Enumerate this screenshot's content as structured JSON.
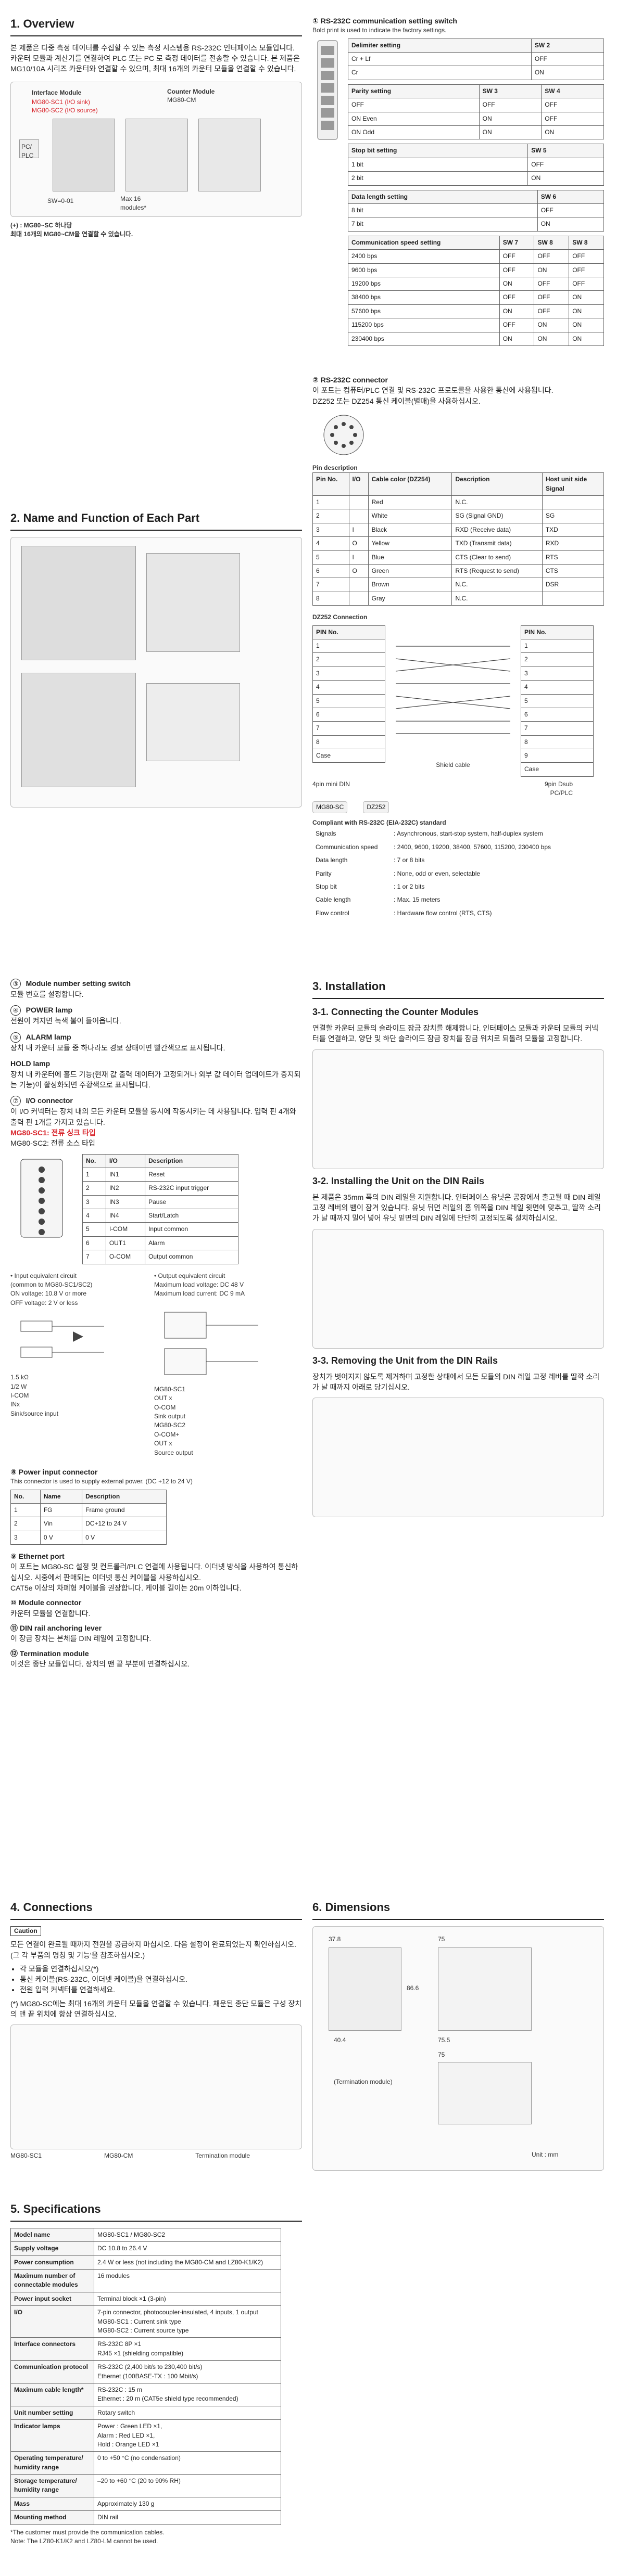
{
  "sections": {
    "overview": {
      "title": "1.  Overview",
      "body": "본 제품은 다중 측정 데이터를 수집할 수 있는 측정 시스템용 RS-232C 인터페이스 모듈입니다. 카운터 모듈과 계산기를 연결하여 PLC 또는 PC 로 측정 데이터를 전송할 수 있습니다. 본 제품은 MG10/10A 시리즈 카운터와 연결할 수 있으며, 최대 16개의 카운터 모듈을 연결할 수 있습니다.",
      "module_labels": {
        "interface_module": "Interface Module",
        "sc1": "MG80-SC1 (I/O sink)",
        "sc2": "MG80-SC2 (I/O source)",
        "counter_module": "Counter Module",
        "cm": "MG80-CM",
        "pc_plc": "PC/\nPLC",
        "sw": "SW=0-01",
        "max16": "Max 16\nmodules*",
        "note": "(+) : MG80~SC 하나당\n최대 16개의 MG80~CM을 연결할 수 있습니다."
      }
    },
    "name_function": {
      "title": "2.  Name and Function of Each Part",
      "items": [
        {
          "no": "③",
          "title": "Module number setting switch",
          "desc": "모듈 번호를 설정합니다."
        },
        {
          "no": "④",
          "title": "POWER lamp",
          "desc": "전원이 켜지면 녹색 불이 들어옵니다."
        },
        {
          "no": "⑤",
          "title": "ALARM lamp",
          "desc": "장치 내 카운터 모듈 중 하나라도 경보 상태이면 빨간색으로 표시됩니다."
        },
        {
          "no": "",
          "title": "HOLD lamp",
          "desc": "장치 내 카운터에 홀드 기능(현재 값 출력 데이터가 고정되거나 외부 값 데이터 업데이트가 중지되는 기능)이 활성화되면 주황색으로 표시됩니다."
        },
        {
          "no": "⑦",
          "title": "I/O connector",
          "desc": "이 I/O 커넥터는 장치 내의 모든 카운터 모듈을 동시에 작동시키는 데 사용됩니다. 입력 핀 4개와 출력 핀 1개를 가지고 있습니다."
        },
        {
          "no": "",
          "title": "MG80-SC1: 전류 싱크 타입",
          "desc": "MG80-SC2: 전류 소스 타입"
        }
      ],
      "io_table": {
        "headers": [
          "No.",
          "I/O",
          "Description"
        ],
        "rows": [
          [
            "1",
            "IN1",
            "Reset"
          ],
          [
            "2",
            "IN2",
            "RS-232C input trigger"
          ],
          [
            "3",
            "IN3",
            "Pause"
          ],
          [
            "4",
            "IN4",
            "Start/Latch"
          ],
          [
            "5",
            "I-COM",
            "Input common"
          ],
          [
            "6",
            "OUT1",
            "Alarm"
          ],
          [
            "7",
            "O-COM",
            "Output common"
          ]
        ]
      },
      "input_circuit": {
        "title": "• Input equivalent circuit\n(common to MG80-SC1/SC2)",
        "specs": "ON voltage: 10.8 V or more\nOFF voltage: 2 V or less",
        "labels": [
          "1.5 kΩ",
          "1/2 W",
          "I-COM",
          "INx",
          "Sink/source input"
        ]
      },
      "output_circuit": {
        "title": "• Output equivalent circuit",
        "specs": "Maximum load voltage: DC 48 V\nMaximum load current: DC 9 mA",
        "labels": [
          "MG80-SC1",
          "OUT x",
          "O-COM",
          "Sink output",
          "MG80-SC2",
          "O-COM+",
          "OUT x",
          "Source output"
        ]
      },
      "power_input": {
        "title": "⑧  Power input connector",
        "desc": "This connector is used to supply external power. (DC +12 to 24 V)",
        "table": {
          "headers": [
            "No.",
            "Name",
            "Description"
          ],
          "rows": [
            [
              "1",
              "FG",
              "Frame ground"
            ],
            [
              "2",
              "Vin",
              "DC+12 to 24 V"
            ],
            [
              "3",
              "0 V",
              "0 V"
            ]
          ]
        }
      },
      "ethernet": {
        "title": "⑨  Ethernet port",
        "desc": "이 포트는 MG80-SC 설정 및 컨트롤러/PLC 연결에 사용됩니다. 이더넷 방식을 사용하여 통신하십시오. 시중에서 판매되는 이더넷 통신 케이블을 사용하십시오.\nCAT5e 이상의 차폐형 케이블을 권장합니다. 케이블 길이는 20m 이하입니다."
      },
      "module_connector": {
        "title": "⑩  Module connector",
        "desc": "카운터 모듈을 연결합니다."
      },
      "din_lever": {
        "title": "⑪  DIN rail anchoring lever",
        "desc": "이 장금 장치는 본체를 DIN 레일에 고정합니다."
      },
      "termination": {
        "title": "⑫  Termination module",
        "desc": "이것은 종단 모듈입니다. 장치의 맨 끝 부분에 연결하십시오."
      }
    },
    "rs232_switch": {
      "title": "①  RS-232C communication setting switch",
      "subtitle": "Bold print is used to indicate the factory settings.",
      "delimiter": {
        "headers": [
          "Delimiter setting",
          "SW 2"
        ],
        "rows": [
          [
            "Cr + Lf",
            "OFF"
          ],
          [
            "Cr",
            "ON"
          ]
        ]
      },
      "parity": {
        "headers": [
          "Parity setting",
          "SW 3",
          "SW 4"
        ],
        "rows": [
          [
            "OFF",
            "OFF",
            "OFF"
          ],
          [
            "ON Even",
            "ON",
            "OFF"
          ],
          [
            "ON Odd",
            "ON",
            "ON"
          ]
        ]
      },
      "stopbit": {
        "headers": [
          "Stop bit setting",
          "SW 5"
        ],
        "rows": [
          [
            "1 bit",
            "OFF"
          ],
          [
            "2 bit",
            "ON"
          ]
        ]
      },
      "datalength": {
        "headers": [
          "Data length setting",
          "SW 6"
        ],
        "rows": [
          [
            "8 bit",
            "OFF"
          ],
          [
            "7 bit",
            "ON"
          ]
        ]
      },
      "comm": {
        "headers": [
          "Communication speed setting",
          "SW 7",
          "SW 8"
        ],
        "rows": [
          [
            "2400 bps",
            "OFF",
            "OFF",
            "OFF"
          ],
          [
            "9600 bps",
            "OFF",
            "ON",
            "OFF"
          ],
          [
            "19200 bps",
            "ON",
            "OFF",
            "OFF"
          ],
          [
            "38400 bps",
            "OFF",
            "OFF",
            "ON"
          ],
          [
            "57600 bps",
            "ON",
            "OFF",
            "ON"
          ],
          [
            "115200 bps",
            "OFF",
            "ON",
            "ON"
          ],
          [
            "230400 bps",
            "ON",
            "ON",
            "ON"
          ]
        ]
      }
    },
    "rs232_connector": {
      "title": "②  RS-232C connector",
      "desc": "이 포트는 컴퓨터/PLC 연결 및 RS-232C 프로토콜을 사용한 통신에 사용됩니다.\nDZ252 또는 DZ254 통신 케이블(별매)을 사용하십시오.",
      "pin_desc": {
        "title": "Pin description",
        "headers": [
          "Pin No.",
          "I/O",
          "Cable color (DZ254)",
          "Description",
          "Signal"
        ],
        "rows": [
          [
            "1",
            "",
            "Red",
            "N.C.",
            ""
          ],
          [
            "2",
            "",
            "White",
            "SG (Signal GND)",
            "SG"
          ],
          [
            "3",
            "I",
            "Black",
            "RXD (Receive data)",
            "TXD"
          ],
          [
            "4",
            "O",
            "Yellow",
            "TXD (Transmit data)",
            "RXD"
          ],
          [
            "5",
            "I",
            "Blue",
            "CTS (Clear to send)",
            "RTS"
          ],
          [
            "6",
            "O",
            "Green",
            "RTS (Request to send)",
            "CTS"
          ],
          [
            "7",
            "",
            "Brown",
            "N.C.",
            "DSR"
          ],
          [
            "8",
            "",
            "Gray",
            "N.C.",
            ""
          ]
        ],
        "host": "Host unit side"
      },
      "dz252": {
        "title": "DZ252 Connection",
        "left": "PIN No.",
        "right": "PIN No.",
        "pins": [
          "1",
          "2",
          "3",
          "4",
          "5",
          "6",
          "7",
          "8",
          "Case"
        ],
        "right_pins": [
          "1",
          "2",
          "3",
          "4",
          "5",
          "6",
          "7",
          "8",
          "9",
          "Case"
        ],
        "shield": "Shield cable",
        "left_label": "4pin mini DIN",
        "right_label": "9pin Dsub\nPC/PLC",
        "mg": "MG80-SC",
        "dz": "DZ252"
      },
      "compliant": {
        "title": "Compliant with RS-232C (EIA-232C) standard",
        "rows": [
          [
            "Signals",
            ": Asynchronous, start-stop system, half-duplex system"
          ],
          [
            "Communication speed",
            ": 2400, 9600, 19200, 38400, 57600, 115200, 230400 bps"
          ],
          [
            "Data length",
            ": 7 or 8 bits"
          ],
          [
            "Parity",
            ": None, odd or even, selectable"
          ],
          [
            "Stop bit",
            ": 1 or 2 bits"
          ],
          [
            "Cable length",
            ": Max. 15 meters"
          ],
          [
            "Flow control",
            ": Hardware flow control (RTS, CTS)"
          ]
        ]
      }
    },
    "installation": {
      "title": "3.  Installation",
      "connect": {
        "title": "3-1.  Connecting the Counter Modules",
        "body": "연결할 카운터 모듈의 슬라이드 잠금 장치를 해제합니다. 인터페이스 모듈과 카운터 모듈의 커넥터를 연결하고, 양단 및 하단 슬라이드 잠금 장치를 잠금 위치로 되돌려 모듈을 고정합니다."
      },
      "install_din": {
        "title": "3-2.  Installing the Unit on the DIN Rails",
        "body": "본 제품은 35mm 폭의 DIN 레일을 지원합니다. 인터페이스 유닛은 공장에서 출고될 때 DIN 레일 고정 레버의 뱀이 잠겨 있습니다. 유닛 뒤면 레일의 홈 위쪽을 DIN 레일 윗면에 맞추고, 딸깍 소리가 날 때까지 밀어 넣어 유닛 밑면의 DIN 레일에 단단히 고정되도록 설치하십시오."
      },
      "remove_din": {
        "title": "3-3.  Removing the Unit from the DIN Rails",
        "body": "장치가 벗어지지 않도록 제거하며 고정한 상태에서 모든 모듈의 DIN 레일 고정 레버를 딸깍 소리가 날 때까지 아래로 당기십시오."
      }
    },
    "connections": {
      "title": "4.  Connections",
      "caution": "Caution",
      "body": "모든 연결이 완료될 때까지 전원을 공급하지 마십시오. 다음 설정이 완료되었는지 확인하십시오. (그 각 부품의 명칭 및 기능'을 참조하십시오.)",
      "bullets": [
        "각 모듈을 연결하십시오(*)",
        "통신 케이블(RS-232C, 이더넷 케이블)을 연결하십시오.",
        "전원 입력 커넥터를 연결하세요."
      ],
      "note": "(*) MG80-SC에는 최대 16개의 카운터 모듈을 연결할 수 있습니다. 채운된 종단 모듈은 구성 장치의 맨 끝 위치에 항상 연결하십시오.",
      "labels": [
        "MG80-SC1",
        "MG80-CM",
        "Termination module"
      ]
    },
    "dimensions": {
      "title": "6.  Dimensions",
      "labels": [
        "37.8",
        "75",
        "86.6",
        "40.4",
        "75.5",
        "75",
        "(Termination module)",
        "Unit : mm"
      ]
    },
    "specs": {
      "title": "5.  Specifications",
      "rows": [
        [
          "Model name",
          "MG80-SC1 / MG80-SC2"
        ],
        [
          "Supply voltage",
          "DC 10.8 to 26.4 V"
        ],
        [
          "Power consumption",
          "2.4 W or less (not including the MG80-CM and LZ80-K1/K2)"
        ],
        [
          "Maximum number of connectable modules",
          "16 modules"
        ],
        [
          "Power input socket",
          "Terminal block ×1 (3-pin)"
        ],
        [
          "I/O",
          "7-pin connector, photocoupler-insulated, 4 inputs, 1 output\nMG80-SC1   : Current sink type\nMG80-SC2   : Current source type"
        ],
        [
          "Interface connectors",
          "RS-232C 8P ×1\nRJ45 ×1 (shielding compatible)"
        ],
        [
          "Communication protocol",
          "RS-232C (2,400 bit/s to 230,400 bit/s)\nEthernet (100BASE-TX : 100 Mbit/s)"
        ],
        [
          "Maximum cable length*",
          "RS-232C : 15 m\nEthernet : 20 m (CAT5e shield type recommended)"
        ],
        [
          "Unit number setting",
          "Rotary switch"
        ],
        [
          "Indicator lamps",
          "Power : Green LED ×1,\nAlarm : Red LED ×1,\nHold  : Orange LED ×1"
        ],
        [
          "Operating temperature/ humidity range",
          "0 to +50 °C (no condensation)"
        ],
        [
          "Storage temperature/ humidity range",
          "–20 to +60 °C (20 to 90% RH)"
        ],
        [
          "Mass",
          "Approximately 130 g"
        ],
        [
          "Mounting method",
          "DIN rail"
        ]
      ],
      "notes": [
        "*The customer must provide the communication cables.",
        "Note: The LZ80-K1/K2 and LZ80-LM cannot be used."
      ]
    }
  }
}
